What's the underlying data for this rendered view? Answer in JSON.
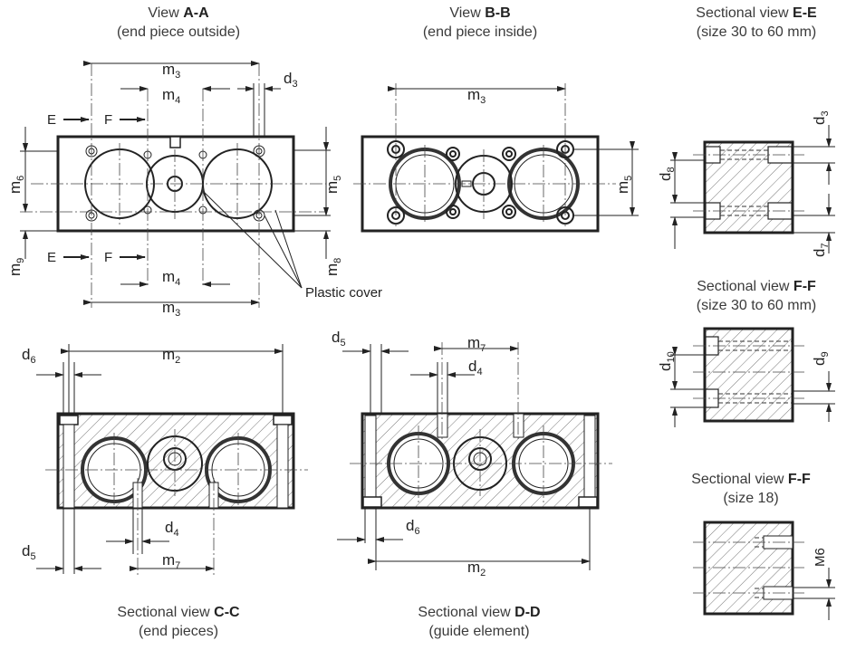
{
  "views": {
    "aa": {
      "prefix": "View ",
      "code": "A-A",
      "note": "(end piece outside)"
    },
    "bb": {
      "prefix": "View ",
      "code": "B-B",
      "note": "(end piece inside)"
    },
    "ee": {
      "prefix": "Sectional view ",
      "code": "E-E",
      "note": "(size 30 to 60 mm)"
    },
    "ff": {
      "prefix": "Sectional view ",
      "code": "F-F",
      "note": "(size 30 to 60 mm)"
    },
    "ff18": {
      "prefix": "Sectional view ",
      "code": "F-F",
      "note": "(size 18)"
    },
    "cc": {
      "prefix": "Sectional view ",
      "code": "C-C",
      "note": "(end pieces)"
    },
    "dd": {
      "prefix": "Sectional view ",
      "code": "D-D",
      "note": "(guide element)"
    }
  },
  "labels": {
    "m": "m",
    "d": "d",
    "s2": "2",
    "s3": "3",
    "s4": "4",
    "s5": "5",
    "s6": "6",
    "s7": "7",
    "s8": "8",
    "s9": "9",
    "s10": "10",
    "e": "E",
    "f": "F",
    "plastic_cover": "Plastic cover",
    "m6thread": "M6"
  }
}
